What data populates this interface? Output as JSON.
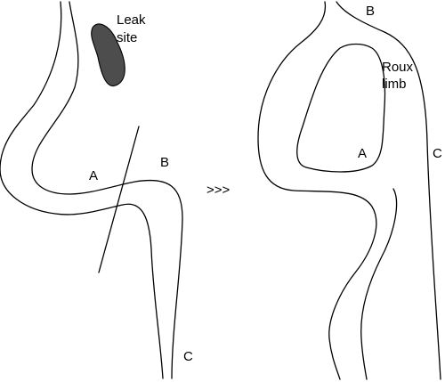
{
  "left_figure": {
    "leak_label_line1": "Leak",
    "leak_label_line2": "site",
    "label_a": "A",
    "label_b": "B",
    "label_c": "C",
    "leak_color": "#4d4d4d"
  },
  "transition_symbol": ">>>",
  "right_figure": {
    "label_b": "B",
    "roux_label_line1": "Roux",
    "roux_label_line2": "limb",
    "label_a": "A",
    "label_c": "C"
  }
}
